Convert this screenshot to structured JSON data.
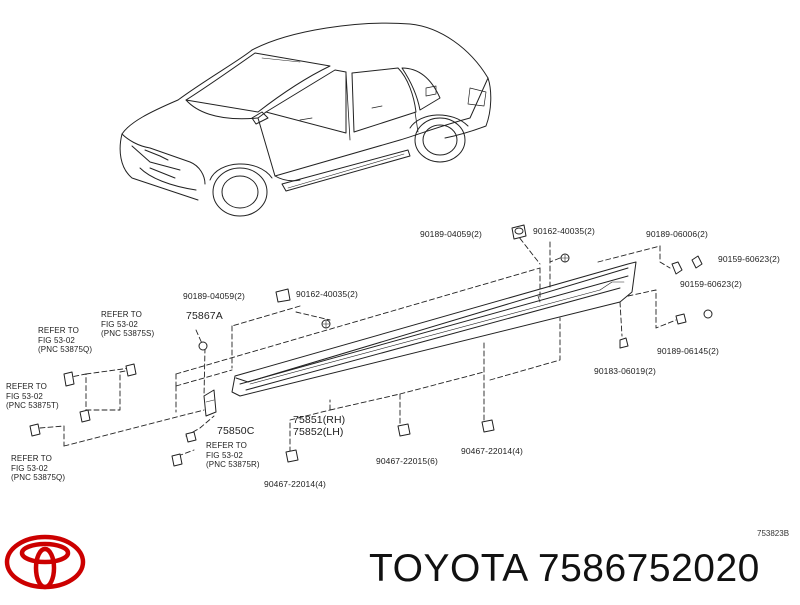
{
  "diagram": {
    "part_labels": [
      {
        "id": "p1",
        "text": "90189-04059(2)"
      },
      {
        "id": "p2",
        "text": "90162-40035(2)"
      },
      {
        "id": "p3",
        "text": "90189-06006(2)"
      },
      {
        "id": "p4",
        "text": "90159-60623(2)"
      },
      {
        "id": "p5",
        "text": "90159-60623(2)"
      },
      {
        "id": "p6",
        "text": "90189-04059(2)"
      },
      {
        "id": "p7",
        "text": "90162-40035(2)"
      },
      {
        "id": "p8",
        "text": "75867A"
      },
      {
        "id": "p9",
        "text": "90189-06145(2)"
      },
      {
        "id": "p10",
        "text": "90183-06019(2)"
      },
      {
        "id": "p11",
        "text": "75851(RH)"
      },
      {
        "id": "p12",
        "text": "75852(LH)"
      },
      {
        "id": "p13",
        "text": "75850C"
      },
      {
        "id": "p14",
        "text": "90467-22015(6)"
      },
      {
        "id": "p15",
        "text": "90467-22014(4)"
      },
      {
        "id": "p16",
        "text": "90467-22014(4)"
      }
    ],
    "refer_notes": [
      {
        "id": "r1",
        "text": "REFER TO\nFIG 53-02\n(PNC 53875S)"
      },
      {
        "id": "r2",
        "text": "REFER TO\nFIG 53-02\n(PNC 53875Q)"
      },
      {
        "id": "r3",
        "text": "REFER TO\nFIG 53-02\n(PNC 53875T)"
      },
      {
        "id": "r4",
        "text": "REFER TO\nFIG 53-02\n(PNC 53875Q)"
      },
      {
        "id": "r5",
        "text": "REFER TO\nFIG 53-02\n(PNC 53875R)"
      }
    ],
    "reference_code": "753823B"
  },
  "footer": {
    "brand_part_text": "TOYOTA 7586752020",
    "logo_color": "#cc0000"
  }
}
